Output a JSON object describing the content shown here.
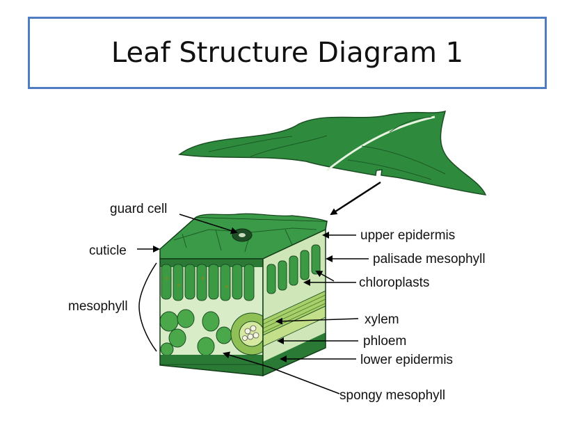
{
  "title": "Leaf Structure Diagram 1",
  "labels": {
    "guard_cell": "guard cell",
    "cuticle": "cuticle",
    "mesophyll": "mesophyll",
    "upper_epidermis": "upper epidermis",
    "palisade_mesophyll": "palisade mesophyll",
    "chloroplasts": "chloroplasts",
    "xylem": "xylem",
    "phloem": "phloem",
    "lower_epidermis": "lower epidermis",
    "spongy_mesophyll": "spongy mesophyll"
  },
  "colors": {
    "frame": "#4f7cc0",
    "leaf": "#2e8b3e",
    "dark_green": "#1f6b2c",
    "palisade": "#3c9a45",
    "spongy_bg": "#cfe6b8",
    "vein": "#a7cf6a"
  }
}
